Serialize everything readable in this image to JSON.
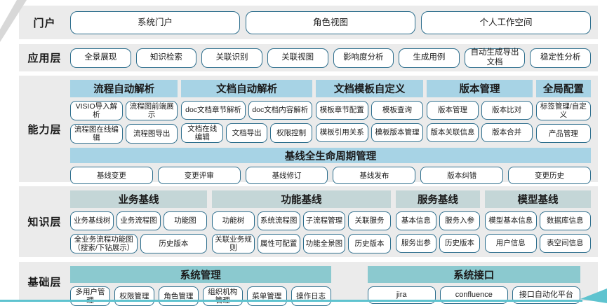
{
  "layers": {
    "portal": {
      "label": "门户",
      "nodes": [
        "系统门户",
        "角色视图",
        "个人工作空间"
      ]
    },
    "application": {
      "label": "应用层",
      "nodes": [
        "全景展现",
        "知识检索",
        "关联识别",
        "关联视图",
        "影响度分析",
        "生成用例",
        "自动生成导出文档",
        "稳定性分析"
      ]
    },
    "capability": {
      "label": "能力层",
      "groups": [
        {
          "title": "流程自动解析",
          "row1": [
            "VISIO导入解析",
            "流程图前端展示"
          ],
          "row2": [
            "流程图在线编辑",
            "流程图导出"
          ]
        },
        {
          "title": "文档自动解析",
          "row1": [
            "doc文档章节解析",
            "doc文档内容解析"
          ],
          "row2": [
            "文档在线编辑",
            "文档导出",
            "权限控制"
          ]
        },
        {
          "title": "文档模板自定义",
          "row1": [
            "模板章节配置",
            "模板查询"
          ],
          "row2": [
            "模板引用关系",
            "模板版本管理"
          ]
        },
        {
          "title": "版本管理",
          "row1": [
            "版本管理",
            "版本比对"
          ],
          "row2": [
            "版本关联信息",
            "版本合并"
          ]
        },
        {
          "title": "全局配置",
          "row1": [
            "标签管理/自定义"
          ],
          "row2": [
            "产品管理"
          ]
        }
      ],
      "lifecycle": {
        "title": "基线全生命周期管理",
        "nodes": [
          "基线变更",
          "变更评审",
          "基线修订",
          "基线发布",
          "版本纠错",
          "变更历史"
        ]
      }
    },
    "knowledge": {
      "label": "知识层",
      "groups": [
        {
          "title": "业务基线",
          "row1": [
            "业务基线树",
            "业务流程图",
            "功能图"
          ],
          "row2": [
            "全业务流程功能图（搜索/下钻展示）",
            "历史版本"
          ]
        },
        {
          "title": "功能基线",
          "row1": [
            "功能树",
            "系统流程图",
            "子流程管理",
            "关联服务"
          ],
          "row2": [
            "关联业务规则",
            "属性可配置",
            "功能全景图",
            "历史版本"
          ]
        },
        {
          "title": "服务基线",
          "row1": [
            "基本信息",
            "服务入参"
          ],
          "row2": [
            "服务出参",
            "历史版本"
          ]
        },
        {
          "title": "模型基线",
          "row1": [
            "模型基本信息",
            "数据库信息"
          ],
          "row2": [
            "用户信息",
            "表空间信息"
          ]
        }
      ]
    },
    "foundation": {
      "label": "基础层",
      "groups": [
        {
          "title": "系统管理",
          "nodes": [
            "多用户管理",
            "权限管理",
            "角色管理",
            "组织机构管理",
            "菜单管理",
            "操作日志"
          ]
        },
        {
          "title": "系统接口",
          "nodes": [
            "jira",
            "confluence",
            "接口自动化平台"
          ]
        }
      ]
    }
  },
  "colors": {
    "band_background": "#ebebeb",
    "capability_header": "#a7d3e5",
    "knowledge_header": "#c4d6d7",
    "foundation_header": "#8bc9cf",
    "node_border": "#2d6e8d",
    "accent_line": "#5ec3cf",
    "spellcheck_underline": "#e0312e"
  }
}
